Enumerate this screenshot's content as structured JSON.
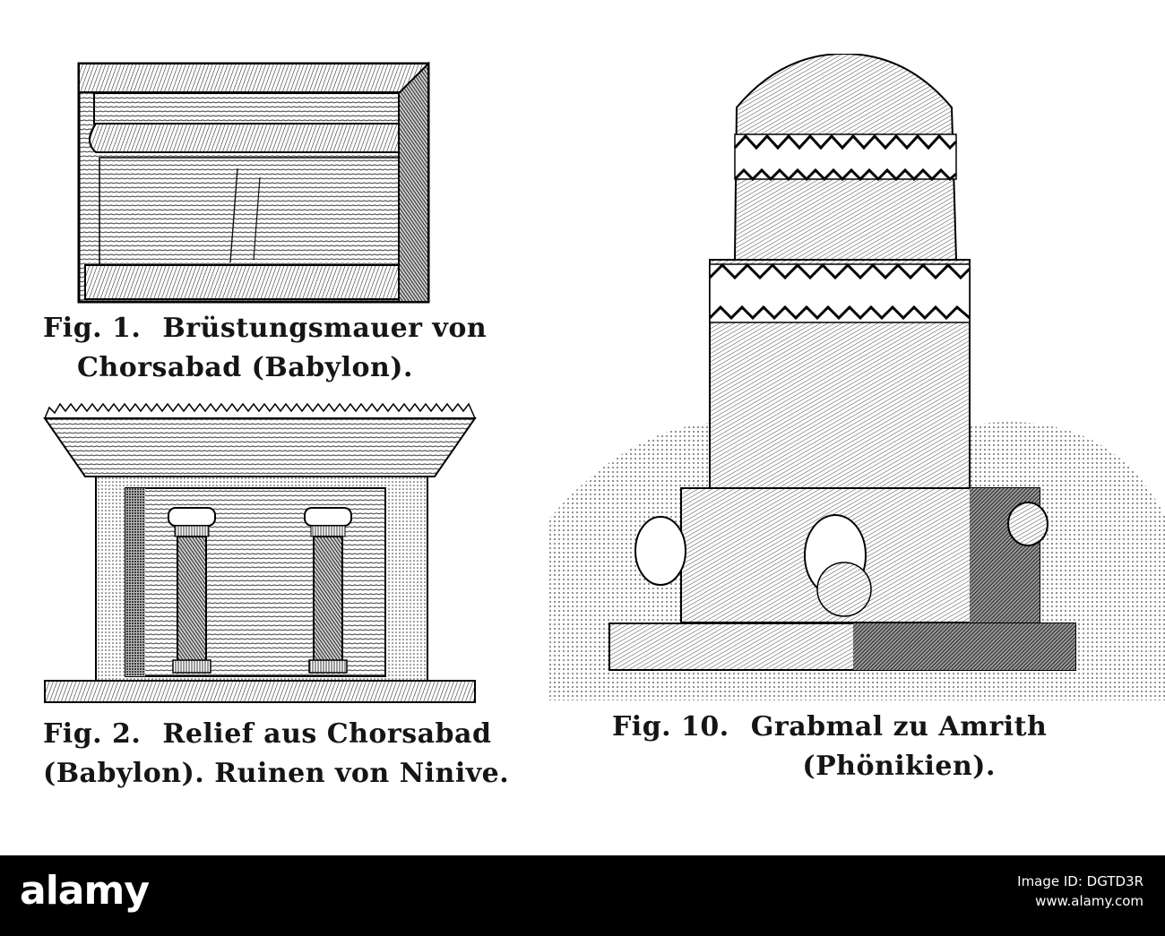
{
  "figures": [
    {
      "number": "Fig. 1.",
      "line1": "Brüstungsmauer von",
      "line2": "Chorsabad (Babylon)."
    },
    {
      "number": "Fig. 2.",
      "line1": "Relief aus Chorsabad",
      "line2": "(Babylon). Ruinen von Ninive."
    },
    {
      "number": "Fig. 10.",
      "line1": "Grabmal zu Amrith",
      "line2": "(Phönikien)."
    }
  ],
  "footer": {
    "brand": "alamy",
    "image_id_label": "Image ID: DGTD3R",
    "url": "www.alamy.com"
  }
}
